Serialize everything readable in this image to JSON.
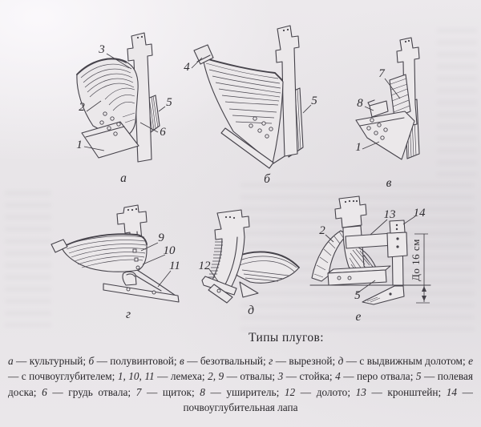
{
  "page": {
    "title": "Типы плугов:"
  },
  "colors": {
    "ink": "#45424a",
    "paper": "#e9e6e9",
    "text": "#29272b"
  },
  "figures": {
    "a": {
      "caption": "а",
      "parts": {
        "p1": "1",
        "p2": "2",
        "p3": "3",
        "p5": "5",
        "p6": "6"
      }
    },
    "b": {
      "caption": "б",
      "parts": {
        "p4": "4",
        "p5": "5"
      }
    },
    "v": {
      "caption": "в",
      "parts": {
        "p1": "1",
        "p7": "7",
        "p8": "8"
      }
    },
    "g": {
      "caption": "г",
      "parts": {
        "p9": "9",
        "p10": "10",
        "p11": "11"
      }
    },
    "d": {
      "caption": "д",
      "parts": {
        "p12": "12"
      }
    },
    "e": {
      "caption": "е",
      "parts": {
        "p2": "2",
        "p5": "5",
        "p13": "13",
        "p14": "14"
      },
      "dimension": "До 16 см"
    }
  },
  "legend": {
    "items": [
      {
        "k": "а",
        "v": " — культурный; "
      },
      {
        "k": "б",
        "v": " — полувинтовой; "
      },
      {
        "k": "в",
        "v": " — безотвальный; "
      },
      {
        "k": "г",
        "v": " — вырезной; "
      },
      {
        "k": "д",
        "v": " — с выдвижным долотом; "
      },
      {
        "k": "е",
        "v": " — с почвоуглубителем; "
      },
      {
        "k": "1, 10, 11",
        "v": " — лемеха; "
      },
      {
        "k": "2, 9",
        "v": " — отвалы; "
      },
      {
        "k": "3",
        "v": " — стойка; "
      },
      {
        "k": "4",
        "v": " — перо отвала; "
      },
      {
        "k": "5",
        "v": " — полевая доска; "
      },
      {
        "k": "6",
        "v": " — грудь отвала; "
      },
      {
        "k": "7",
        "v": " — щиток; "
      },
      {
        "k": "8",
        "v": " — уширитель; "
      },
      {
        "k": "12",
        "v": " — долото; "
      },
      {
        "k": "13",
        "v": " — кронштейн; "
      },
      {
        "k": "14",
        "v": " — почвоуглубительная лапа"
      }
    ]
  }
}
